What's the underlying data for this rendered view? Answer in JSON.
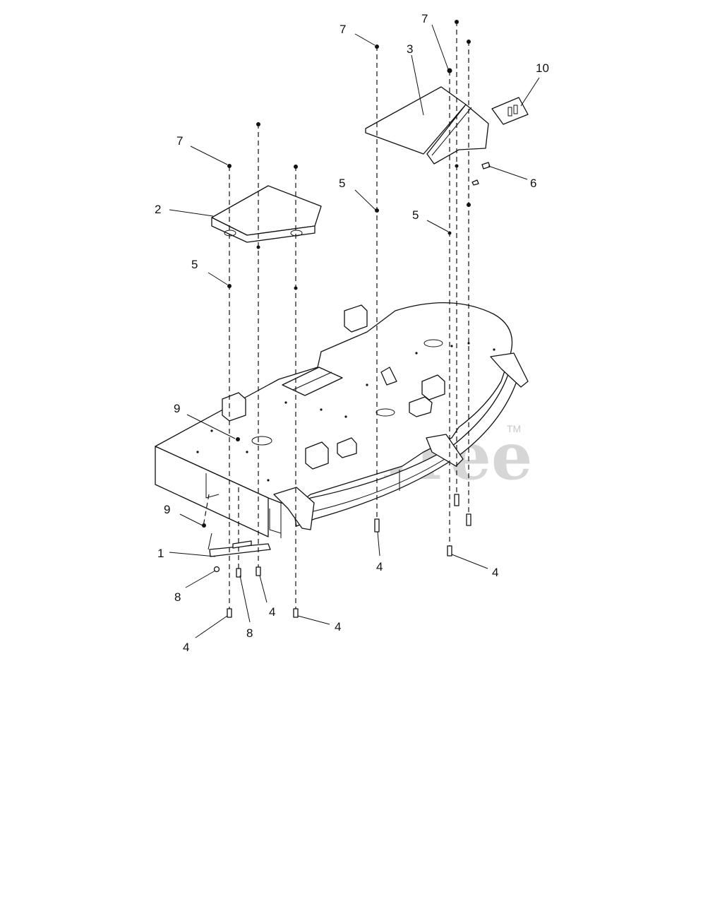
{
  "watermark": {
    "brand": "PartsTree",
    "trademark": "TM"
  },
  "callouts": [
    {
      "id": "c1",
      "text": "1"
    },
    {
      "id": "c2",
      "text": "2"
    },
    {
      "id": "c3",
      "text": "3"
    },
    {
      "id": "c4a",
      "text": "4"
    },
    {
      "id": "c4b",
      "text": "4"
    },
    {
      "id": "c4c",
      "text": "4"
    },
    {
      "id": "c4d",
      "text": "4"
    },
    {
      "id": "c4e",
      "text": "4"
    },
    {
      "id": "c5a",
      "text": "5"
    },
    {
      "id": "c5b",
      "text": "5"
    },
    {
      "id": "c5c",
      "text": "5"
    },
    {
      "id": "c6",
      "text": "6"
    },
    {
      "id": "c7a",
      "text": "7"
    },
    {
      "id": "c7b",
      "text": "7"
    },
    {
      "id": "c7c",
      "text": "7"
    },
    {
      "id": "c8a",
      "text": "8"
    },
    {
      "id": "c8b",
      "text": "8"
    },
    {
      "id": "c9a",
      "text": "9"
    },
    {
      "id": "c9b",
      "text": "9"
    },
    {
      "id": "c10",
      "text": "10"
    }
  ]
}
